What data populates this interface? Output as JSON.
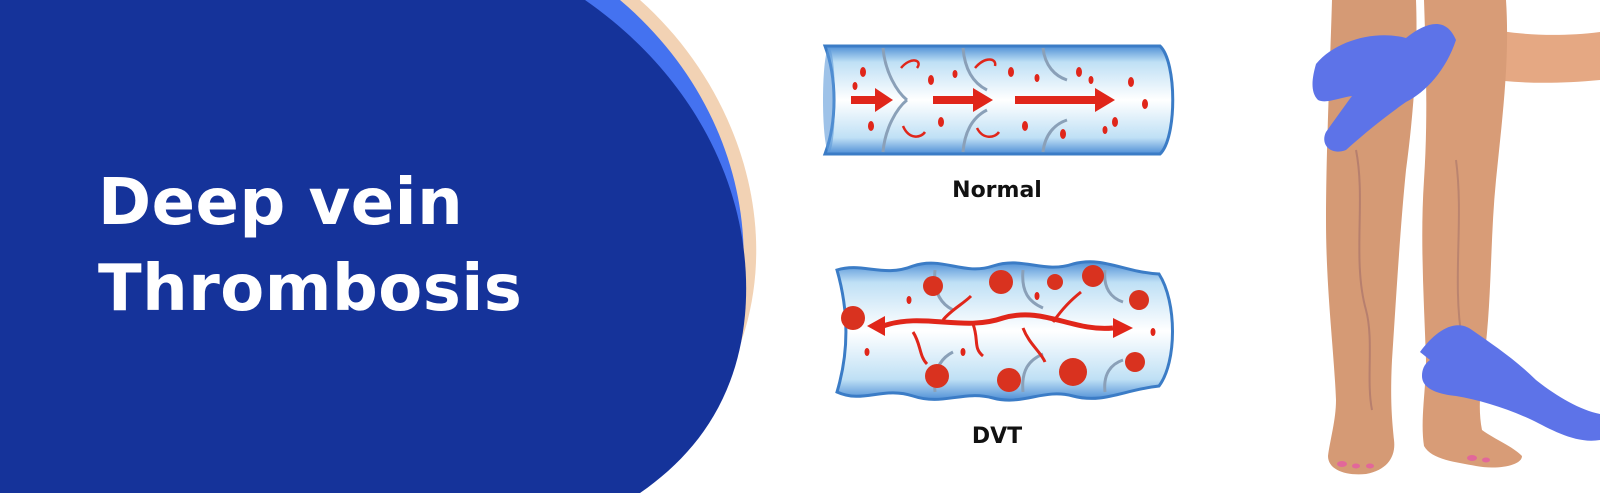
{
  "banner": {
    "title_line1": "Deep vein",
    "title_line2": "Thrombosis"
  },
  "diagrams": {
    "normal_caption": "Normal",
    "dvt_caption": "DVT"
  },
  "colors": {
    "navy": "#15339a",
    "accent_blue": "#4472f0",
    "peach": "#f2d2b4",
    "vessel_blue": "#7fb6e6",
    "blood_red": "#e0261a",
    "glove": "#5d73e8",
    "skin": "#d7a07c"
  }
}
